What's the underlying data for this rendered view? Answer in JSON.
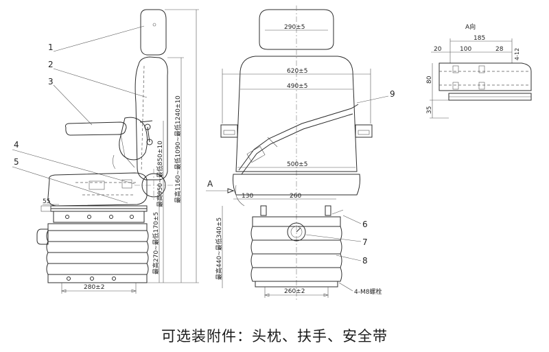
{
  "caption": "可选装附件：头枕、扶手、安全带",
  "callouts": [
    "1",
    "2",
    "3",
    "4",
    "5",
    "6",
    "7",
    "8",
    "9"
  ],
  "side_view": {
    "dims": {
      "d55": "55",
      "d280": "280±2",
      "d270": "最高270~最低170±5",
      "d950": "最高950~最低850±10",
      "d1160": "最高1160~最低1090~最低1240±10"
    }
  },
  "front_view": {
    "dims": {
      "d290": "290±5",
      "d620": "620±5",
      "d490": "490±5",
      "d500": "500±5",
      "d130": "130",
      "d260top": "260",
      "d260bot": "260±2",
      "d440": "最高440~最低340±5",
      "bolts": "4-M8螺栓"
    },
    "arrow_label": "A"
  },
  "detail_view": {
    "title": "A向",
    "dims": {
      "d185": "185",
      "d20": "20",
      "d100": "100",
      "d28": "28",
      "d12": "4-12",
      "d80": "80",
      "d35": "35"
    }
  }
}
